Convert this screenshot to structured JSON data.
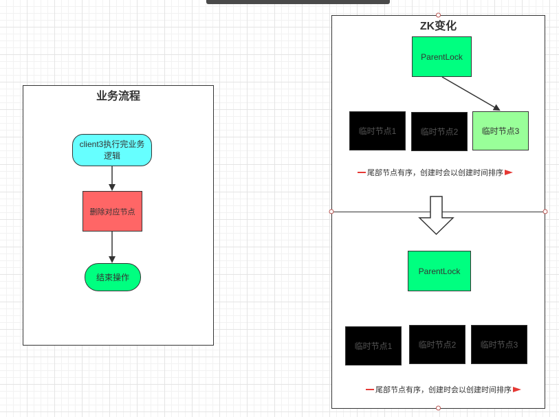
{
  "left_panel": {
    "title": "业务流程",
    "nodes": {
      "start": "client3执行完业务逻辑",
      "delete": "删除对应节点",
      "end": "结束操作"
    }
  },
  "right_panel": {
    "title": "ZK变化",
    "top": {
      "parent": "ParentLock",
      "children": [
        "临时节点1",
        "临时节点2",
        "临时节点3"
      ],
      "note": "尾部节点有序，创建时会以创建时间排序"
    },
    "bottom": {
      "parent": "ParentLock",
      "children": [
        "临时节点1",
        "临时节点2",
        "临时节点3"
      ],
      "note": "尾部节点有序，创建时会以创建时间排序"
    }
  },
  "colors": {
    "cyan": "#66ffff",
    "red": "#ff6666",
    "green": "#00ff80",
    "light_green": "#99ff99",
    "black": "#000000",
    "note_marker": "#e53935"
  }
}
